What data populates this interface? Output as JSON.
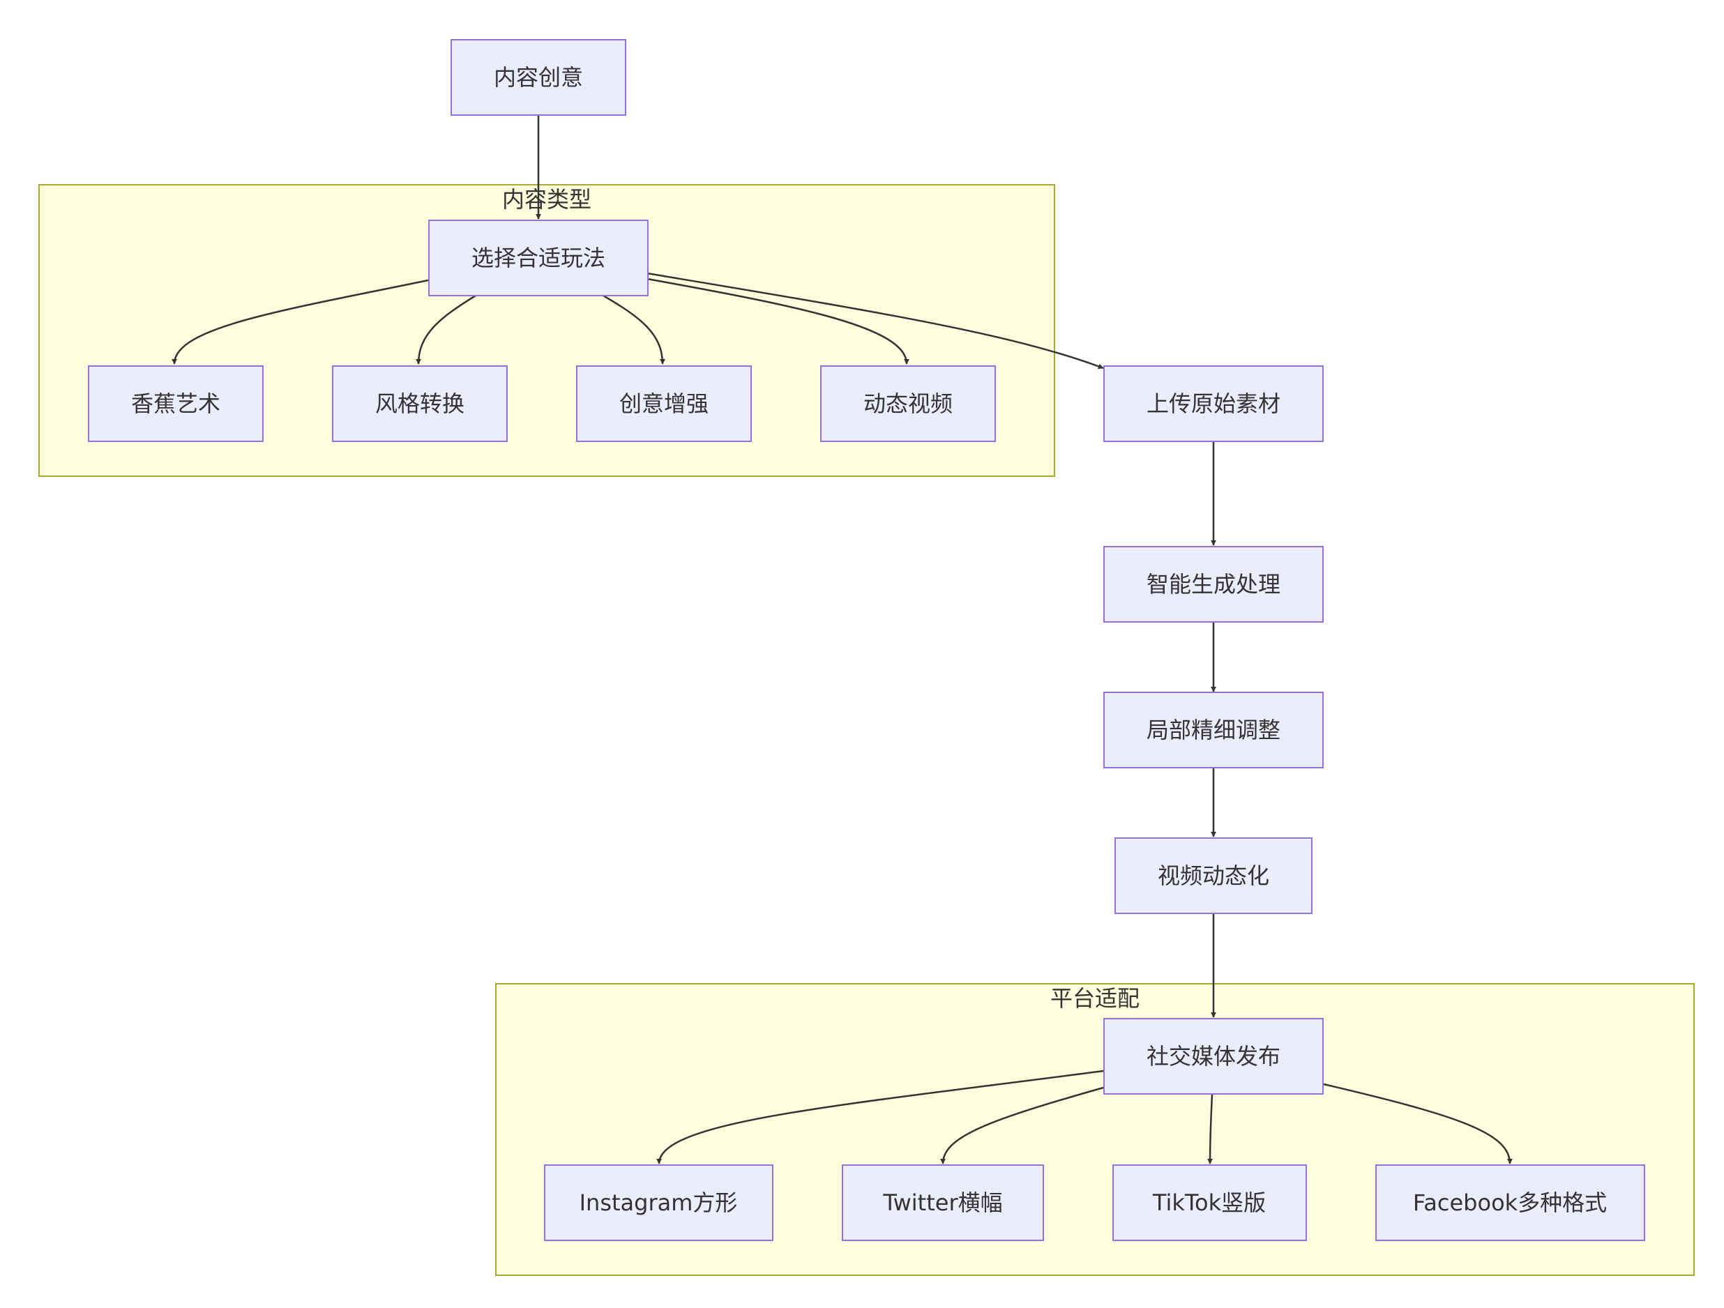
{
  "clusters": {
    "content_types": {
      "label": "内容类型"
    },
    "platform": {
      "label": "平台适配"
    }
  },
  "nodes": {
    "idea": "内容创意",
    "choose": "选择合适玩法",
    "banana": "香蕉艺术",
    "style": "风格转换",
    "enhance": "创意增强",
    "dynamic": "动态视频",
    "upload": "上传原始素材",
    "generate": "智能生成处理",
    "refine": "局部精细调整",
    "animate": "视频动态化",
    "publish": "社交媒体发布",
    "instagram": "Instagram方形",
    "twitter": "Twitter横幅",
    "tiktok": "TikTok竖版",
    "facebook": "Facebook多种格式"
  },
  "edges": [
    {
      "from": "idea",
      "to": "choose"
    },
    {
      "from": "choose",
      "to": "banana"
    },
    {
      "from": "choose",
      "to": "style"
    },
    {
      "from": "choose",
      "to": "enhance"
    },
    {
      "from": "choose",
      "to": "dynamic"
    },
    {
      "from": "choose",
      "to": "upload"
    },
    {
      "from": "upload",
      "to": "generate"
    },
    {
      "from": "generate",
      "to": "refine"
    },
    {
      "from": "refine",
      "to": "animate"
    },
    {
      "from": "animate",
      "to": "publish"
    },
    {
      "from": "publish",
      "to": "instagram"
    },
    {
      "from": "publish",
      "to": "twitter"
    },
    {
      "from": "publish",
      "to": "tiktok"
    },
    {
      "from": "publish",
      "to": "facebook"
    }
  ],
  "colors": {
    "node_fill": "#ececff",
    "node_stroke": "#9370db",
    "cluster_fill": "#ffffde",
    "cluster_stroke": "#aaaa33",
    "edge": "#333333",
    "text": "#333333"
  }
}
